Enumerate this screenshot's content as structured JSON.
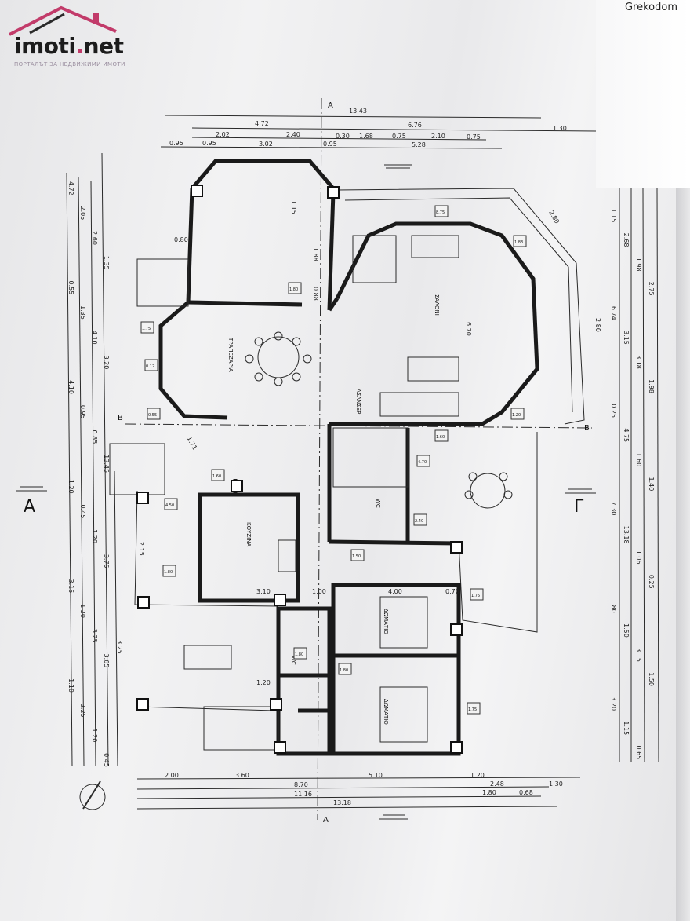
{
  "header": {
    "logo_main": "imoti",
    "logo_dot": ".",
    "logo_suffix": "net",
    "logo_tagline": "ПОРТАЛЪТ ЗА НЕДВИЖИМИ ИМОТИ",
    "watermark": "Grekodom"
  },
  "colors": {
    "brand_accent": "#c23b6a",
    "line": "#2a2a2a"
  },
  "plan": {
    "section_labels": {
      "a_top": "A",
      "a_bottom": "A",
      "a_left": "A",
      "g_right": "Г",
      "b_left": "B",
      "b_right": "B"
    },
    "dims_top": [
      "13.43",
      "4.72",
      "6.76",
      "1.30",
      "2.02",
      "2.40",
      "0.30",
      "1.68",
      "0.75",
      "2.10",
      "0.75",
      "0.95",
      "0.95",
      "3.02",
      "0.95",
      "5.28"
    ],
    "dims_bottom": [
      "2.00",
      "3.60",
      "5.10",
      "1.20",
      "8.70",
      "2.48",
      "1.30",
      "11.16",
      "1.80",
      "0.68",
      "13.18"
    ],
    "dims_left": [
      "4.72",
      "2.05",
      "2.60",
      "1.35",
      "0.55",
      "1.35",
      "4.10",
      "3.20",
      "4.10",
      "0.95",
      "0.85",
      "13.45",
      "1.20",
      "0.45",
      "1.20",
      "3.75",
      "3.15",
      "1.20",
      "3.25",
      "3.65",
      "1.10",
      "3.25",
      "1.20",
      "0.45"
    ],
    "dims_right": [
      "1.15",
      "2.68",
      "1.98",
      "2.75",
      "6.74",
      "3.15",
      "3.18",
      "1.98",
      "0.25",
      "4.75",
      "1.60",
      "1.40",
      "7.30",
      "13.18",
      "1.06",
      "0.25",
      "1.80",
      "1.50",
      "3.15",
      "1.50",
      "3.20",
      "1.15",
      "0.65"
    ],
    "dims_inner": [
      "2.80",
      "6.70",
      "2.80",
      "0.80",
      "1.15",
      "1.88",
      "0.88",
      "2.15",
      "3.10",
      "1.00",
      "4.00",
      "0.70",
      "1.20",
      "1.71",
      "3.25"
    ],
    "rooms": [
      "ΣΑΛΟΝΙ",
      "ΤΡΑΠΕΖΑΡΙΑ",
      "ΚΟΥΖΙΝΑ",
      "ΑΣΑΝΣΕΡ",
      "WC",
      "ΔΩΜΑΤΙΟ",
      "ΔΩΜΑΤΙΟ",
      "WC"
    ],
    "room_areas": [
      "8.75",
      "1.83",
      "1.80",
      "1.75",
      "0.12",
      "0.55",
      "1.60",
      "4.50",
      "1.80",
      "1.50",
      "4.70",
      "2.40",
      "1.75",
      "1.80",
      "1.75",
      "1.20",
      "1.60",
      "1.80"
    ]
  }
}
